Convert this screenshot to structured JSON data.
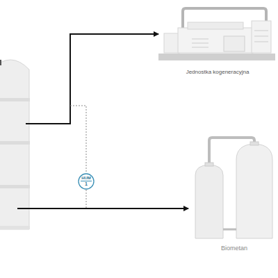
{
  "diagram": {
    "nodes": [
      {
        "text": [
          "Jednostka kogeneracyjna"
        ]
      },
      {
        "text": [
          "HUM",
          "1"
        ]
      },
      {
        "text": [
          "Biometan"
        ]
      }
    ]
  }
}
